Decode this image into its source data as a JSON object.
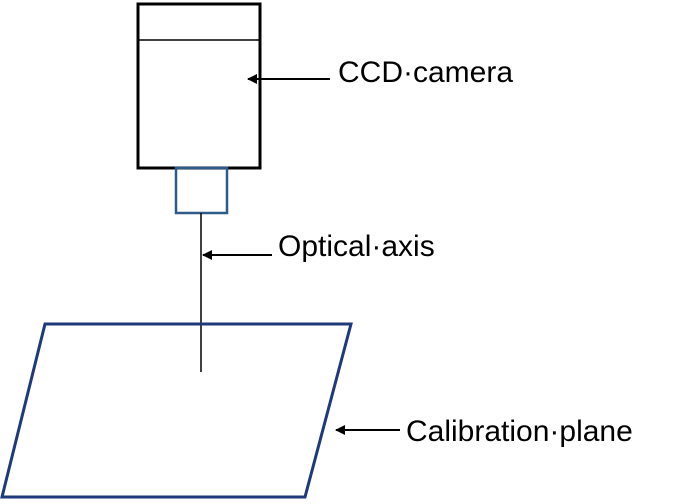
{
  "labels": {
    "camera": "CCD·camera",
    "optical_axis": "Optical·axis",
    "calibration_plane": "Calibration·plane"
  },
  "colors": {
    "camera_body": "#000000",
    "lens": "#2e5b8c",
    "plane": "#1f3a7a",
    "axis": "#000000",
    "arrow": "#000000"
  }
}
